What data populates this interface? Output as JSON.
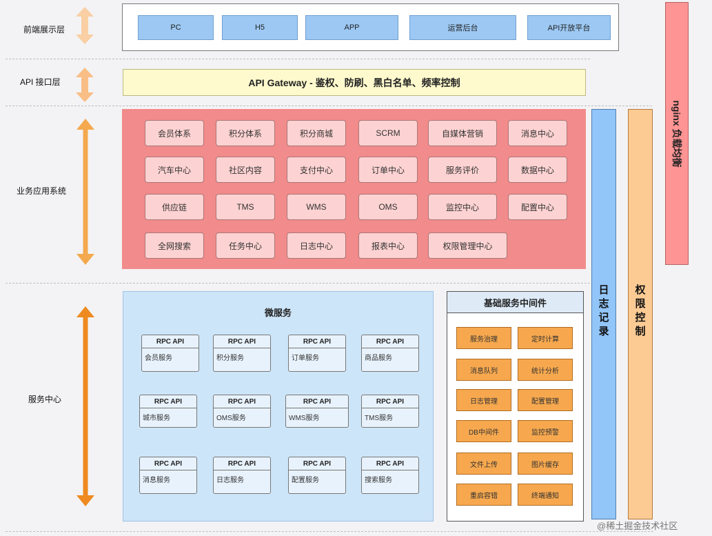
{
  "layers": {
    "frontend": "前端展示层",
    "api": "API 接口层",
    "business": "业务应用系统",
    "service": "服务中心"
  },
  "frontend_items": [
    "PC",
    "H5",
    "APP",
    "运营后台",
    "API开放平台"
  ],
  "gateway": "API Gateway - 鉴权、防刷、黑白名单、频率控制",
  "business_items": [
    "会员体系",
    "积分体系",
    "积分商城",
    "SCRM",
    "自媒体营销",
    "消息中心",
    "汽车中心",
    "社区内容",
    "支付中心",
    "订单中心",
    "服务评价",
    "数据中心",
    "供应链",
    "TMS",
    "WMS",
    "OMS",
    "监控中心",
    "配置中心",
    "全网搜索",
    "任务中心",
    "日志中心",
    "报表中心",
    "权限管理中心"
  ],
  "microservices": {
    "title": "微服务",
    "rpc_label": "RPC API",
    "services": [
      "会员服务",
      "积分服务",
      "订单服务",
      "商品服务",
      "城市服务",
      "OMS服务",
      "WMS服务",
      "TMS服务",
      "消息服务",
      "日志服务",
      "配置服务",
      "搜索服务"
    ]
  },
  "middleware": {
    "title": "基础服务中间件",
    "items": [
      "服务治理",
      "定时计算",
      "消息队列",
      "统计分析",
      "日志管理",
      "配置管理",
      "DB中间件",
      "监控预警",
      "文件上传",
      "图片缓存",
      "重启容错",
      "终端通知"
    ]
  },
  "side": {
    "log": "日志记录",
    "perm": "权限控制",
    "nginx": "nginx 负载均衡"
  },
  "watermark": "@稀土掘金技术社区",
  "colors": {
    "frontend_btn": "#9cc8f3",
    "business": "#f28b8b",
    "microservices": "#cde5f8",
    "middleware_btn": "#f7a84e",
    "log": "#92c5f8",
    "perm": "#fccb94",
    "nginx": "#ff9494"
  }
}
